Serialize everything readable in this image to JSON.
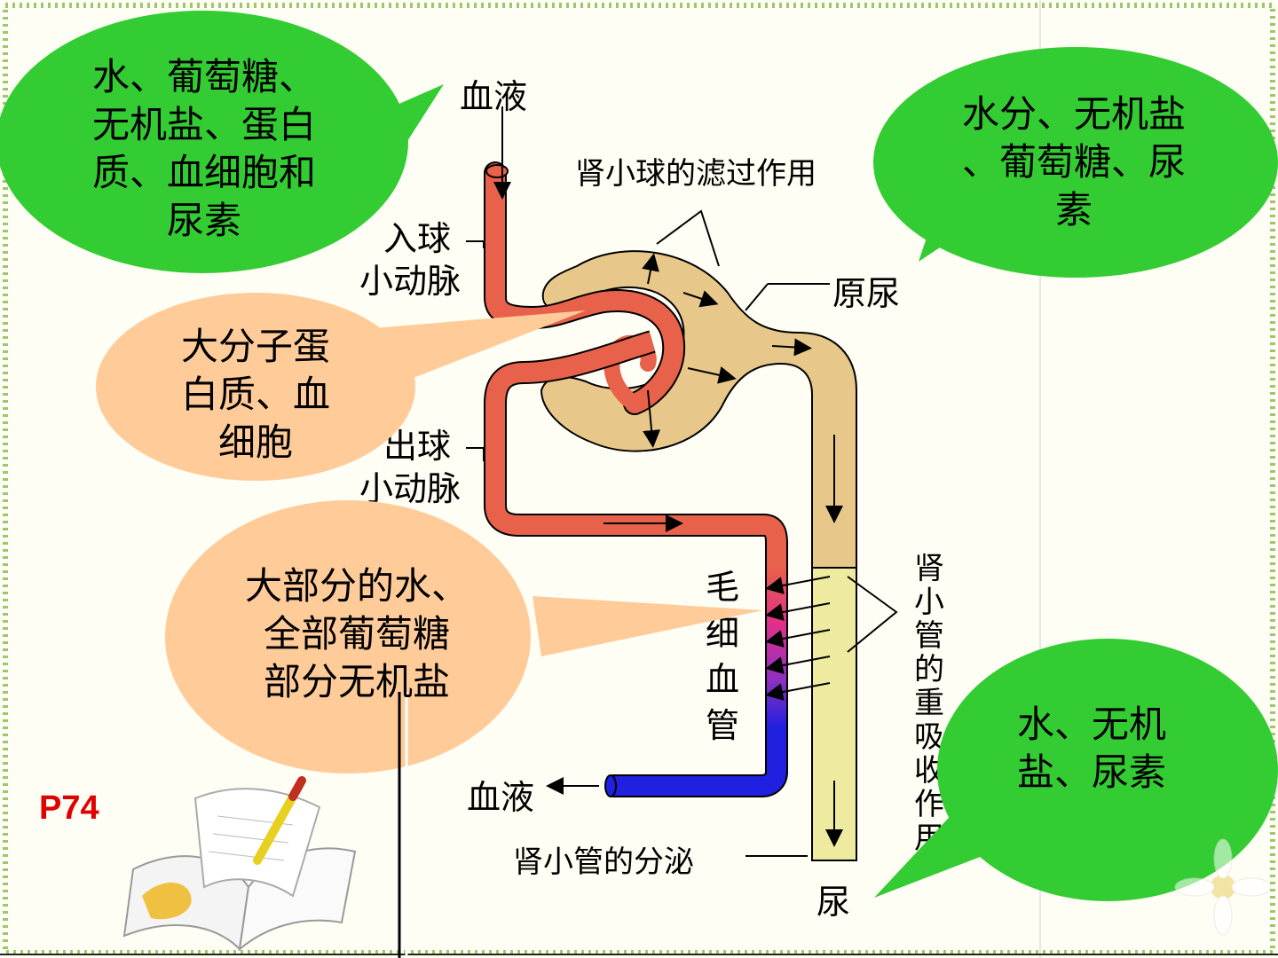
{
  "labels": {
    "blood_in": "血液",
    "filtration": "肾小球的滤过作用",
    "afferent_1": "入球",
    "afferent_2": "小动脉",
    "primary_urine": "原尿",
    "efferent_1": "出球",
    "efferent_2": "小动脉",
    "capillary": [
      "毛",
      "细",
      "血",
      "管"
    ],
    "reabsorption": [
      "肾",
      "小",
      "管",
      "的",
      "重",
      "吸",
      "收",
      "作",
      "用"
    ],
    "blood_out": "血液",
    "secretion": "肾小管的分泌",
    "urine": "尿"
  },
  "bubbles": {
    "blood_contents": [
      "水、葡萄糖、",
      "无机盐、蛋白",
      "质、血细胞和",
      "尿素"
    ],
    "primary_urine_contents": [
      "水分、无机盐",
      "、葡萄糖、尿",
      "素"
    ],
    "not_filtered": [
      "大分子蛋",
      "白质、血",
      "细胞"
    ],
    "reabsorbed": [
      "大部分的水、",
      "全部葡萄糖",
      "部分无机盐"
    ],
    "urine_contents": [
      "水、无机",
      "盐、尿素"
    ]
  },
  "page_ref": "P74",
  "colors": {
    "green_bubble": "#33cc33",
    "peach_bubble": "#ffcc99",
    "vessel_red": "#e8614a",
    "vessel_blue": "#2020e0",
    "tubule_tan": "#e8c88a",
    "tubule_light": "#eeeaa0"
  }
}
